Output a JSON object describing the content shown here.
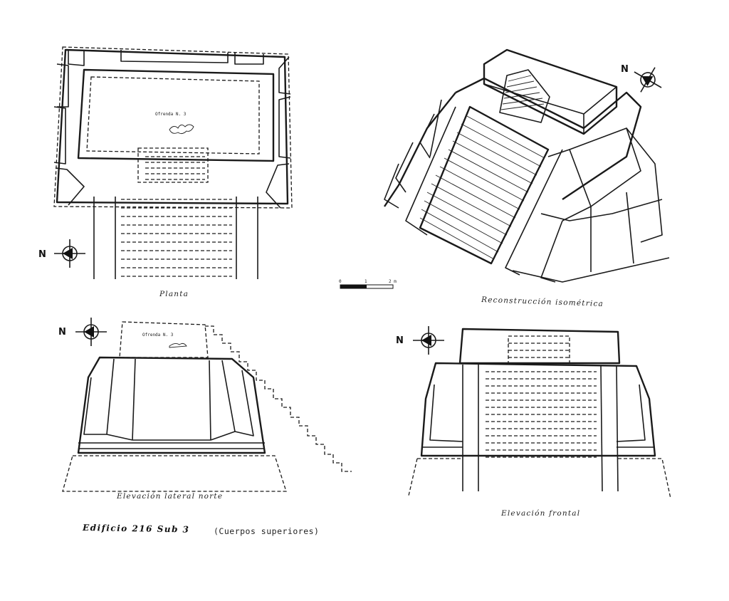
{
  "north_label": "N",
  "views": {
    "plan": {
      "caption": "Planta",
      "inner_label": "Ofrenda N. 3"
    },
    "isometric": {
      "caption": "Reconstrucción isométrica"
    },
    "north_elevation": {
      "caption": "Elevación lateral norte",
      "inner_label": "Ofrenda N. 3"
    },
    "front_elevation": {
      "caption": "Elevación frontal"
    }
  },
  "scale_bar": {
    "ticks": [
      "0",
      "1",
      "2 m"
    ]
  },
  "title": {
    "main": "Edificio 216 Sub 3",
    "sub": "(Cuerpos superiores)"
  }
}
